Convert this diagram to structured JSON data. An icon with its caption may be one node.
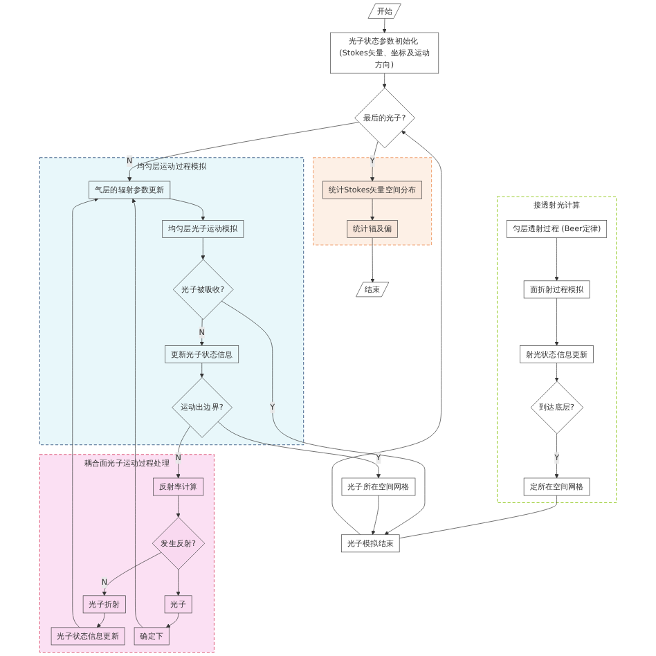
{
  "diagram": {
    "nodes": [
      {
        "text": [
          "开始"
        ]
      },
      {
        "text": [
          "光子状态参数初始化 (Stokes矢量、坐标及运动方向)"
        ]
      },
      {
        "text": [
          "结束"
        ]
      },
      {
        "text": [
          "接透射光计算"
        ]
      },
      {
        "text": [
          "匀层透射过程 (Beer定律)"
        ],
        "in": 3
      },
      {
        "text": [
          "面折射过程模拟"
        ],
        "in": 3
      },
      {
        "text": [
          "射光状态信息更新"
        ],
        "in": 3
      },
      {
        "text": [
          "到达底层?"
        ],
        "in": 3
      },
      {
        "text": [
          "定所在空间网格"
        ],
        "in": 3
      },
      {
        "text": [
          "最后的光子?"
        ]
      },
      {
        "text": [],
        "shape": "box"
      },
      {
        "text": [
          "统计Stokes矢量空间分布"
        ],
        "in": 10
      },
      {
        "text": [
          "统计辐及偏"
        ],
        "in": 10
      },
      {
        "text": [
          "均匀层运动过程模拟"
        ]
      },
      {
        "text": [
          "气层的辐射参数更新"
        ],
        "in": 13
      },
      {
        "text": [
          "均匀层光子运动模拟"
        ],
        "in": 13
      },
      {
        "text": [
          "光子被吸收?"
        ],
        "in": 13
      },
      {
        "text": [
          "更新光子状态信息"
        ],
        "in": 13
      },
      {
        "text": [
          "运动出边界?"
        ],
        "in": 13
      },
      {
        "text": [
          "光子模拟结束"
        ]
      },
      {
        "text": [
          "光子所在空间网格"
        ]
      },
      {
        "text": [
          "耦合面光子运动过程处理"
        ]
      },
      {
        "text": [
          "光子状态信息更新"
        ],
        "in": 21
      },
      {
        "text": [
          "确定下"
        ],
        "in": 21
      },
      {
        "text": [
          "光子折射"
        ],
        "in": 21
      },
      {
        "text": [
          "光子"
        ],
        "in": 21
      },
      {
        "text": [
          "发生反射?"
        ],
        "in": 21
      },
      {
        "text": [
          "反射率计算"
        ],
        "in": 21
      }
    ],
    "edges": [
      {
        "from": 0,
        "to": 1,
        "arrow": "to"
      },
      {
        "from": 1,
        "to": 9,
        "arrow": "to"
      },
      {
        "from": 9,
        "to": 11,
        "arrow": "to",
        "label": "Y"
      },
      {
        "from": 11,
        "to": 12,
        "arrow": "to"
      },
      {
        "from": 12,
        "to": 2,
        "arrow": "to"
      },
      {
        "from": 9,
        "to": 14,
        "arrow": "to",
        "label": "N"
      },
      {
        "from": 4,
        "to": 5,
        "arrow": "to"
      },
      {
        "from": 5,
        "to": 6,
        "arrow": "to"
      },
      {
        "from": 6,
        "to": 7,
        "arrow": "to"
      },
      {
        "from": 7,
        "to": 8,
        "arrow": "to",
        "label": "Y"
      },
      {
        "from": 8,
        "to": 19,
        "arrow": "none"
      },
      {
        "from": 14,
        "to": 15,
        "arrow": "to"
      },
      {
        "from": 15,
        "to": 16,
        "arrow": "to"
      },
      {
        "from": 16,
        "to": 17,
        "arrow": "to",
        "label": "N"
      },
      {
        "from": 16,
        "to": 19,
        "arrow": "to",
        "label": "Y"
      },
      {
        "from": 17,
        "to": 18,
        "arrow": "to"
      },
      {
        "from": 18,
        "to": 20,
        "arrow": "to",
        "label": "Y"
      },
      {
        "from": 18,
        "to": 27,
        "arrow": "to",
        "label": "N"
      },
      {
        "from": 20,
        "to": 19,
        "arrow": "to"
      },
      {
        "from": 19,
        "to": 9,
        "arrow": "to"
      },
      {
        "from": 27,
        "to": 26,
        "arrow": "to"
      },
      {
        "from": 26,
        "to": 24,
        "arrow": "to",
        "label": "N"
      },
      {
        "from": 26,
        "to": 25,
        "arrow": "to"
      },
      {
        "from": 24,
        "to": 22,
        "arrow": "to"
      },
      {
        "from": 25,
        "to": 23,
        "arrow": "to"
      },
      {
        "from": 22,
        "to": 14,
        "arrow": "to"
      },
      {
        "from": 23,
        "to": 14,
        "arrow": "to"
      }
    ]
  }
}
